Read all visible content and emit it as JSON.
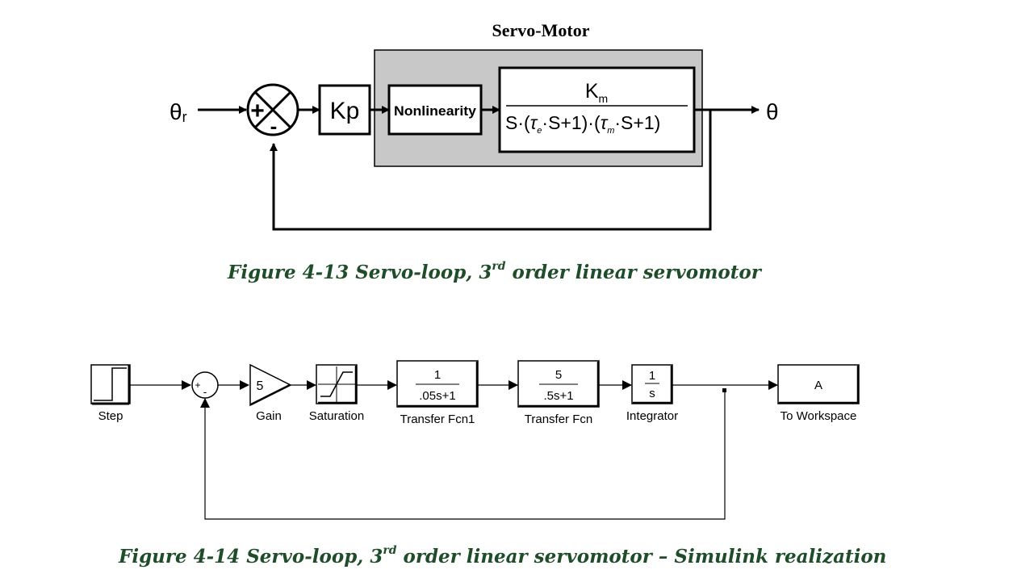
{
  "figure1": {
    "servo_title": "Servo-Motor",
    "input_symbol": "θ",
    "input_subscript": "r",
    "sum_plus": "+",
    "sum_minus": "-",
    "kp_label": "Kp",
    "nonlinearity_label": "Nonlinearity",
    "tf_numerator": "K",
    "tf_numerator_sub": "m",
    "tf_den_s": "S·(",
    "tf_tau": "τ",
    "tf_tau_e": "e",
    "tf_mid": "·S+1)·(",
    "tf_tau_m": "m",
    "tf_end": "·S+1)",
    "output_symbol": "θ",
    "caption_prefix": "Figure 4-13 Servo-loop, 3",
    "caption_sup": "rd",
    "caption_suffix": " order linear servomotor"
  },
  "figure2": {
    "step_label": "Step",
    "sum_plus": "+",
    "sum_minus": "-",
    "gain_value": "5",
    "gain_label": "Gain",
    "saturation_label": "Saturation",
    "tf1_num": "1",
    "tf1_den": ".05s+1",
    "tf1_label": "Transfer Fcn1",
    "tf2_num": "5",
    "tf2_den": ".5s+1",
    "tf2_label": "Transfer Fcn",
    "int_num": "1",
    "int_den": "s",
    "int_label": "Integrator",
    "ws_value": "A",
    "ws_label": "To Workspace",
    "caption_prefix": "Figure 4-14 Servo-loop, 3",
    "caption_sup": "rd",
    "caption_suffix": " order linear servomotor – Simulink realization"
  }
}
